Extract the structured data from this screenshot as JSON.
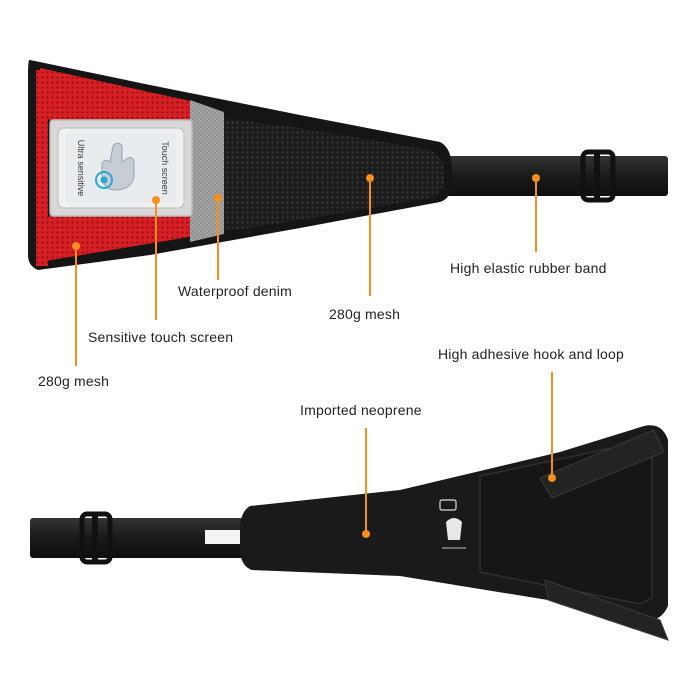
{
  "callouts": {
    "band": "High elastic rubber band",
    "denim": "Waterproof denim",
    "mesh_top": "280g mesh",
    "touch": "Sensitive touch screen",
    "mesh_side": "280g mesh",
    "hook": "High adhesive hook and loop",
    "neoprene": "Imported neoprene"
  },
  "phone_screen": {
    "line1": "Ultra sensitive",
    "line2": "Touch screen"
  },
  "colors": {
    "accent": "#f5901e",
    "mesh_red": "#d81f26",
    "fabric_black": "#1b1b1b",
    "denim_grey": "#9c9c9c"
  }
}
